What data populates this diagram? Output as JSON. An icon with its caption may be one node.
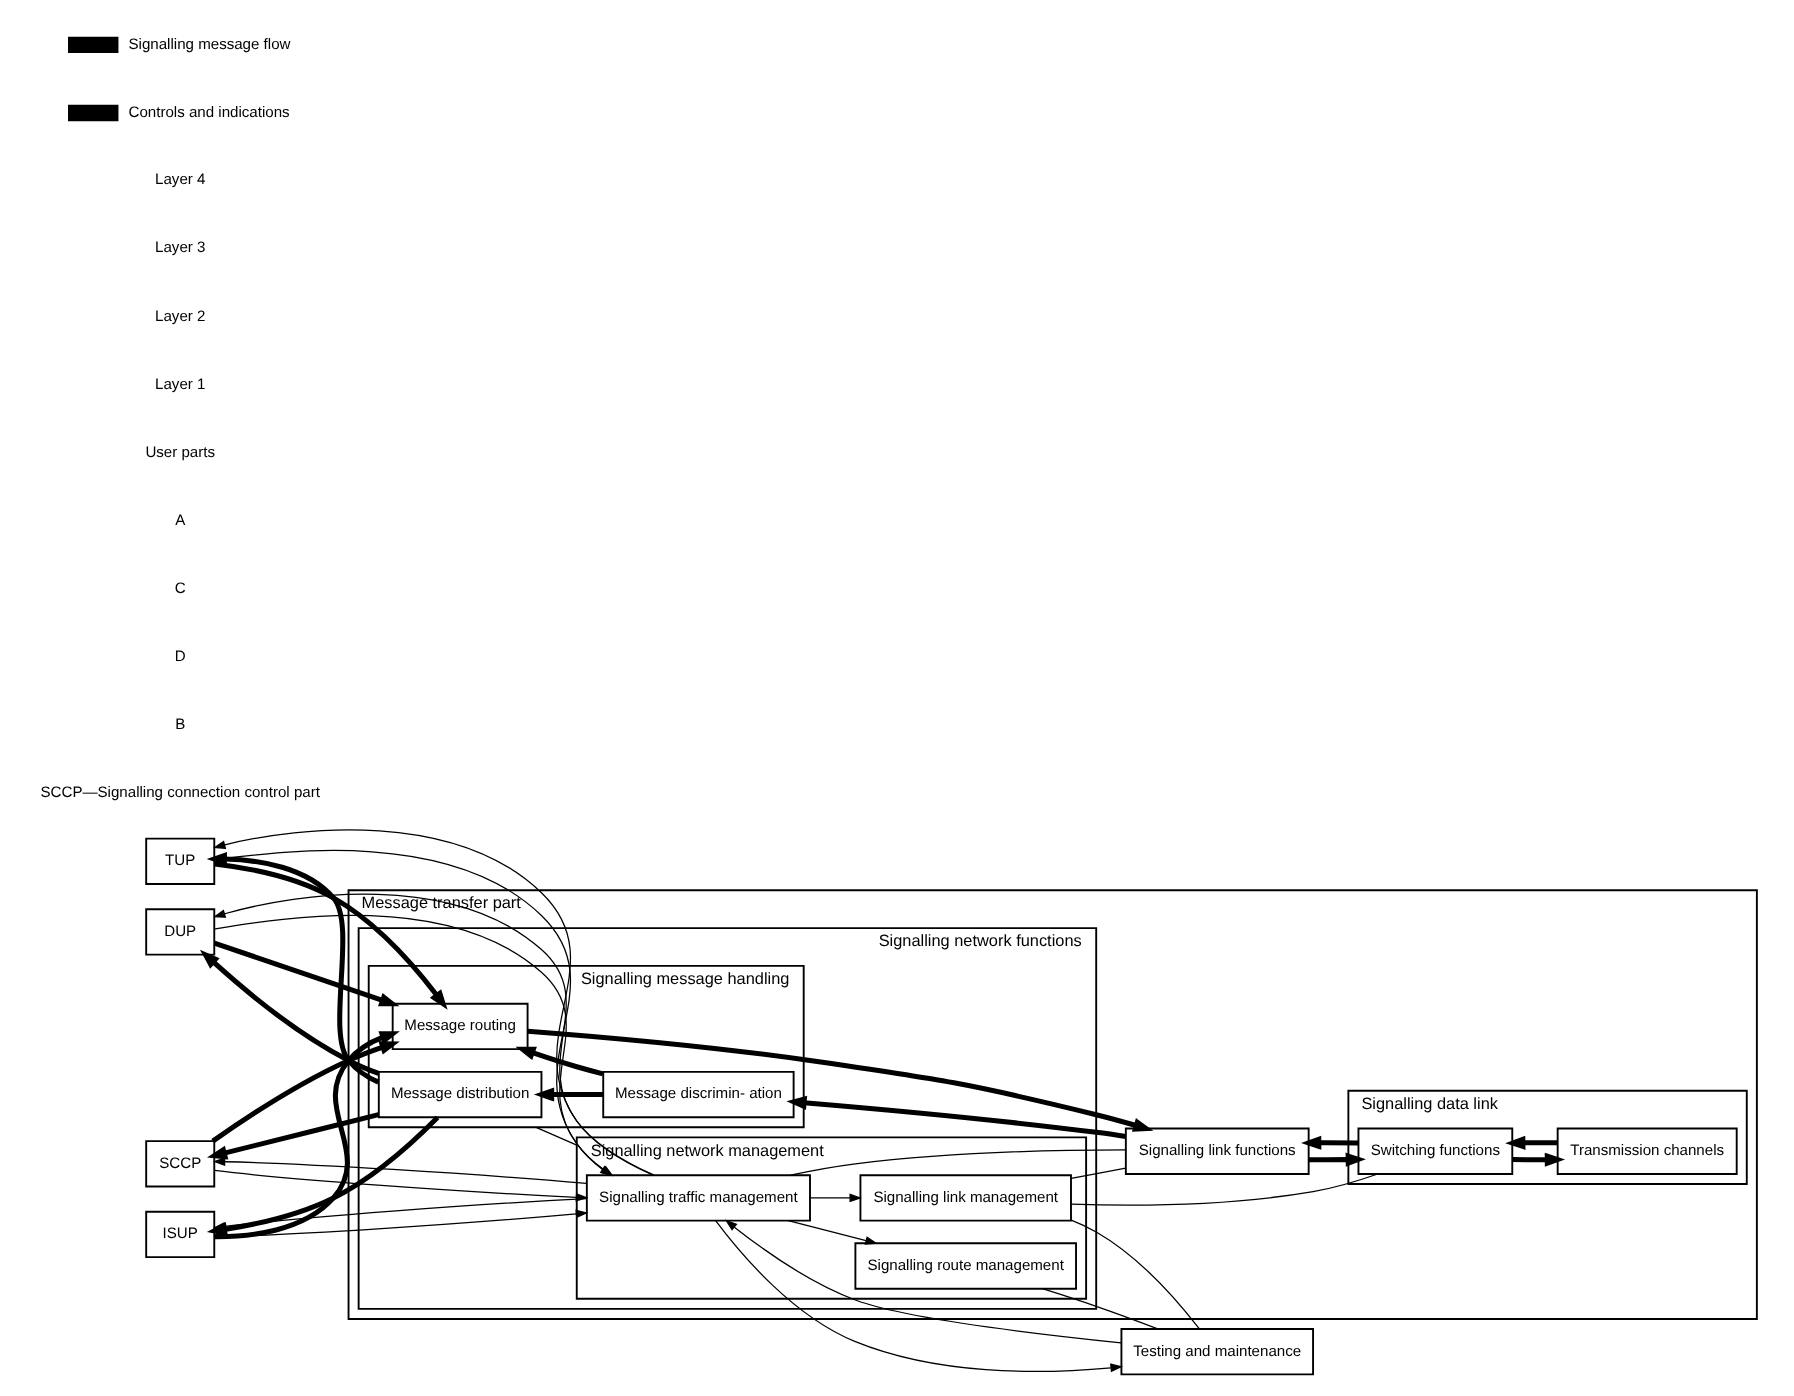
{
  "diagram": {
    "nodes": [
      {
        "text": [
          "TUP"
        ]
      },
      {
        "text": [
          "DUP"
        ]
      },
      {
        "text": [
          "SCCP"
        ]
      },
      {
        "text": [
          "ISUP"
        ]
      },
      {
        "text": [
          "Message transfer part"
        ]
      },
      {
        "text": [
          "Signalling network functions"
        ],
        "in": 4
      },
      {
        "text": [
          "Signalling message handling"
        ],
        "in": 5
      },
      {
        "text": [
          "Message distribution"
        ],
        "in": 6
      },
      {
        "text": [
          "Message discrimin- ation"
        ],
        "in": 6
      },
      {
        "text": [
          "Message routing"
        ],
        "in": 6
      },
      {
        "text": [
          "Signalling network management"
        ],
        "in": 5
      },
      {
        "text": [
          "Signalling traffic management"
        ],
        "in": 10
      },
      {
        "text": [
          "Signalling route management"
        ],
        "in": 10
      },
      {
        "text": [
          "Signalling link management"
        ],
        "in": 10
      },
      {
        "text": [
          "Signalling link functions"
        ],
        "in": 4
      },
      {
        "text": [
          "Signalling data link"
        ],
        "in": 4
      },
      {
        "text": [
          "Switching functions"
        ],
        "in": 15
      },
      {
        "text": [
          "Transmission channels"
        ],
        "in": 15
      },
      {
        "text": [
          "Testing and maintenance"
        ]
      }
    ],
    "edges": [
      {
        "from": 8,
        "to": 7,
        "arrow": "to",
        "style": "thick"
      },
      {
        "from": 8,
        "to": 9,
        "arrow": "to",
        "style": "thick"
      },
      {
        "from": 7,
        "to": 0,
        "arrow": "to",
        "style": "thick"
      },
      {
        "from": 7,
        "to": 1,
        "arrow": "to",
        "style": "thick"
      },
      {
        "from": 7,
        "to": 2,
        "arrow": "to",
        "style": "thick"
      },
      {
        "from": 7,
        "to": 3,
        "arrow": "to",
        "style": "thick"
      },
      {
        "from": 0,
        "to": 9,
        "arrow": "to",
        "style": "thick"
      },
      {
        "from": 1,
        "to": 9,
        "arrow": "to",
        "style": "thick"
      },
      {
        "from": 2,
        "to": 9,
        "arrow": "to",
        "style": "thick"
      },
      {
        "from": 3,
        "to": 9,
        "arrow": "to",
        "style": "thick"
      },
      {
        "from": 9,
        "to": 14,
        "arrow": "to",
        "style": "thick"
      },
      {
        "from": 14,
        "to": 8,
        "arrow": "to",
        "style": "thick"
      },
      {
        "from": 14,
        "to": 16,
        "arrow": "to",
        "style": "thick"
      },
      {
        "from": 16,
        "to": 14,
        "arrow": "to",
        "style": "thick"
      },
      {
        "from": 17,
        "to": 16,
        "arrow": "to",
        "style": "thick"
      },
      {
        "from": 16,
        "to": 17,
        "arrow": "to",
        "style": "thick"
      },
      {
        "from": 0,
        "to": 11,
        "arrow": "to"
      },
      {
        "from": 1,
        "to": 11,
        "arrow": "to"
      },
      {
        "from": 2,
        "to": 11,
        "arrow": "to"
      },
      {
        "from": 3,
        "to": 11,
        "arrow": "to"
      },
      {
        "from": 11,
        "to": 0,
        "arrow": "to"
      },
      {
        "from": 11,
        "to": 1,
        "arrow": "to"
      },
      {
        "from": 11,
        "to": 2,
        "arrow": "to"
      },
      {
        "from": 11,
        "to": 3,
        "arrow": "to"
      },
      {
        "from": 11,
        "to": 12,
        "arrow": "to"
      },
      {
        "from": 11,
        "to": 13,
        "arrow": "to"
      },
      {
        "from": 14,
        "to": 11,
        "arrow": "none"
      },
      {
        "from": 14,
        "to": 13,
        "arrow": "none"
      },
      {
        "from": 16,
        "to": 13,
        "arrow": "none"
      },
      {
        "from": 6,
        "to": 10,
        "arrow": "none"
      },
      {
        "from": 11,
        "to": 18,
        "arrow": "to"
      },
      {
        "from": 18,
        "to": 11,
        "arrow": "to"
      },
      {
        "from": 12,
        "to": 18,
        "arrow": "none"
      },
      {
        "from": 13,
        "to": 18,
        "arrow": "none"
      }
    ],
    "labels": [
      "Layer 4",
      "Layer 3",
      "Layer 2",
      "Layer 1",
      "User parts",
      "A",
      "C",
      "D",
      "B",
      "SCCP—Signalling connection control part"
    ],
    "legend": [
      {
        "text": "Signalling message flow"
      },
      {
        "text": "Controls and indications"
      }
    ]
  }
}
